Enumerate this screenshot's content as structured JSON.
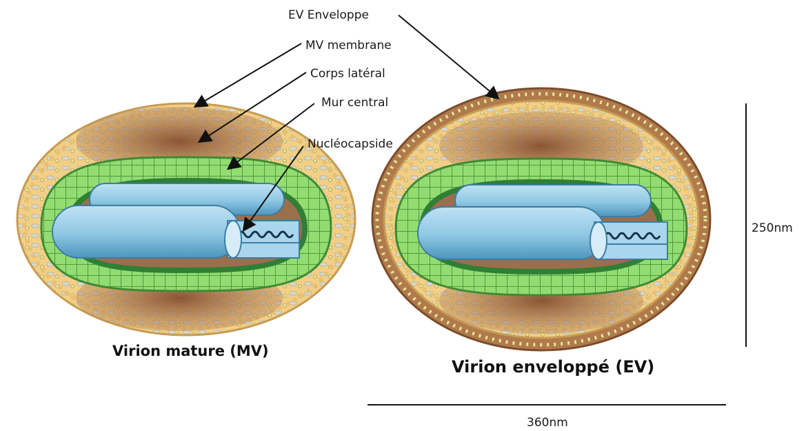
{
  "labels": {
    "ev_envelope": "EV Enveloppe",
    "mv_membrane": "MV membrane",
    "lateral_body": "Corps latéral",
    "core_wall": "Mur central",
    "nucleocapsid": "Nucléocapside"
  },
  "captions": {
    "mature_virion": "Virion mature (MV)",
    "enveloped_virion": "Virion enveloppé (EV)"
  },
  "dimensions": {
    "height": "250nm",
    "width": "360nm"
  },
  "colors": {
    "membrane": "#f2cf86",
    "membrane_dots": "#e6e59a",
    "envelope": "#b07a4c",
    "lateral_body": "#9b6746",
    "core_wall_outer": "#5db34a",
    "core_wall_cells": "#93dc72",
    "core_interior": "#2f7f35",
    "nucleocapsid": "#8ec7e3",
    "nucleocapsid_dark": "#4d95bd"
  }
}
